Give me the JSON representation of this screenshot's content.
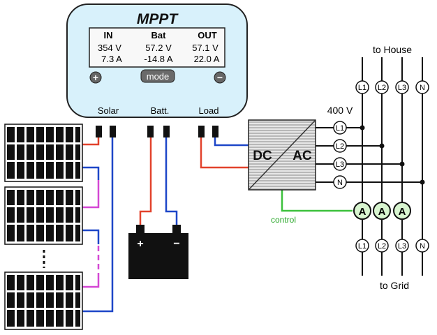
{
  "mppt": {
    "title": "MPPT",
    "headers": [
      "IN",
      "Bat",
      "OUT"
    ],
    "voltages": [
      "354 V",
      "57.2 V",
      "57.1 V"
    ],
    "currents": [
      "7.3 A",
      "-14.8 A",
      "22.0 A"
    ],
    "plus_symbol": "+",
    "minus_symbol": "−",
    "mode_label": "mode",
    "port_labels": [
      "Solar",
      "Batt.",
      "Load"
    ]
  },
  "inverter": {
    "dc_label": "DC",
    "ac_label": "AC"
  },
  "battery": {
    "plus": "+",
    "minus": "−"
  },
  "grid": {
    "to_house": "to House",
    "to_grid": "to Grid",
    "voltage": "400 V",
    "lines": [
      "L1",
      "L2",
      "L3",
      "N"
    ],
    "inverter_outputs": [
      "L1",
      "L2",
      "L3",
      "N"
    ],
    "ammeter_label": "A",
    "control_label": "control"
  },
  "colors": {
    "mppt_fill": "#d8f1fb",
    "wire_red": "#e2422c",
    "wire_blue": "#1d46c8",
    "wire_magenta": "#d447d4",
    "wire_green": "#3cc13c",
    "circle_green": "#d8f5d0"
  }
}
